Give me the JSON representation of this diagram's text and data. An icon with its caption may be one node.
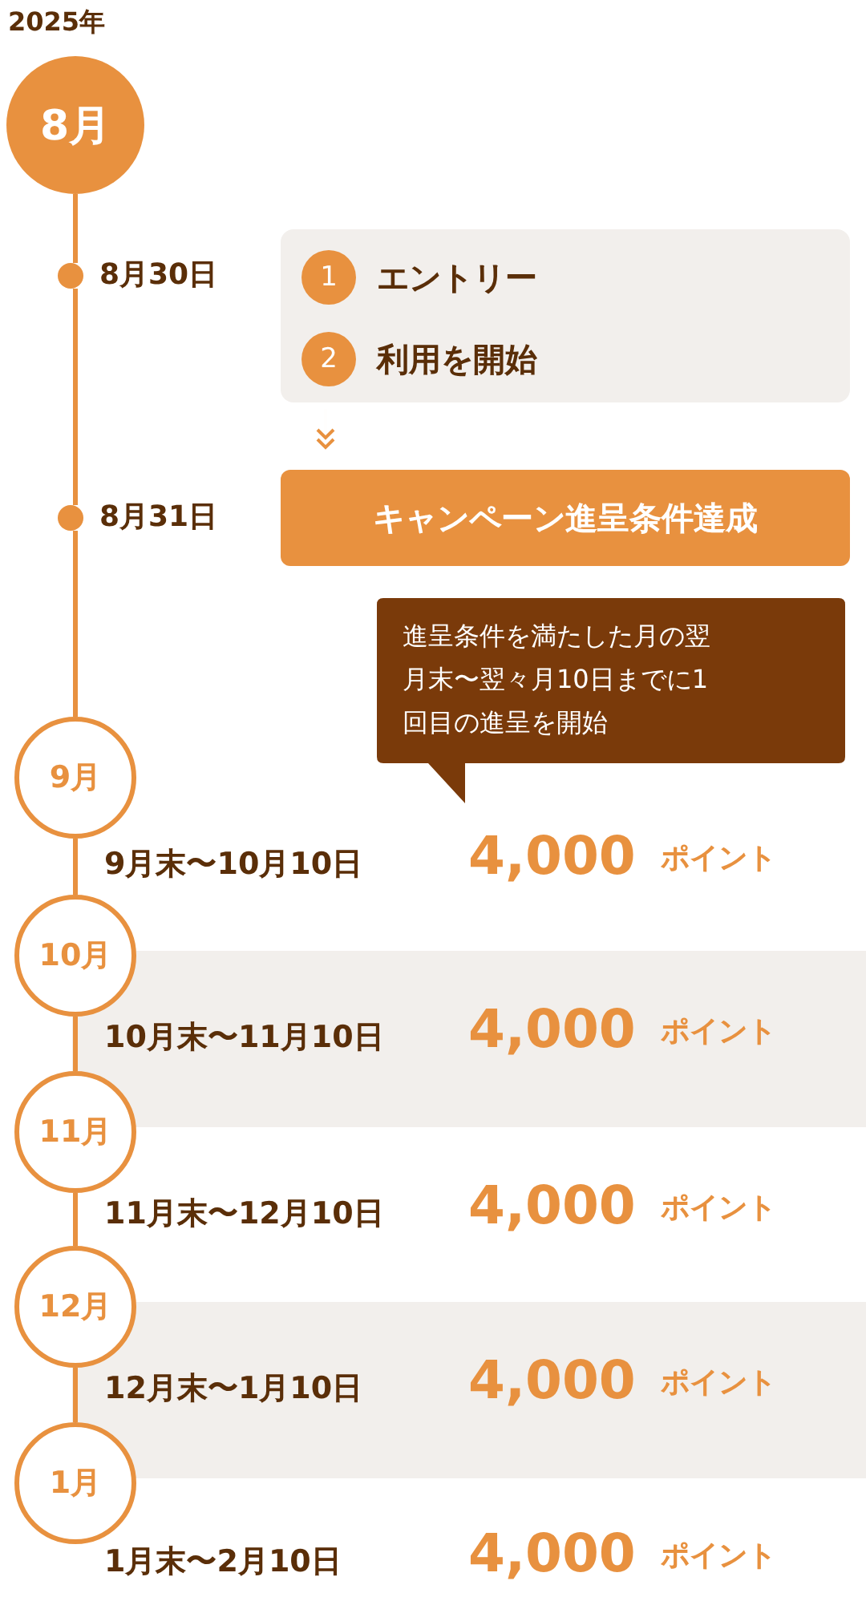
{
  "diagram": {
    "nodes": [
      {
        "text": [
          "8月"
        ]
      },
      {
        "text": [],
        "shape": "circle",
        "beside": [
          "8月30日"
        ]
      },
      {
        "text": [],
        "shape": "box"
      },
      {
        "text": [
          "1"
        ],
        "in": 2,
        "beside": [
          "エントリー"
        ]
      },
      {
        "text": [
          "2"
        ],
        "in": 2,
        "beside": [
          "利用を開始"
        ]
      },
      {
        "text": [],
        "shape": "circle",
        "beside": [
          "8月31日"
        ]
      },
      {
        "text": [
          "キャンペーン進呈条件達成"
        ]
      },
      {
        "text": [
          "進呈条件を満たした月の翌月末〜翌々月10日までに1回目の進呈を開始"
        ]
      },
      {
        "text": [
          "9月"
        ]
      },
      {
        "text": [
          "10月"
        ]
      },
      {
        "text": [
          "10月末〜11月10日",
          "4,000",
          "ポイント"
        ]
      },
      {
        "text": [
          "11月"
        ]
      },
      {
        "text": [
          "12月"
        ]
      },
      {
        "text": [
          "12月末〜1月10日",
          "4,000",
          "ポイント"
        ]
      },
      {
        "text": [
          "1月"
        ]
      }
    ],
    "edges": [
      {
        "from": 0,
        "to": 1,
        "arrow": "none"
      },
      {
        "from": 1,
        "to": 5,
        "arrow": "none"
      },
      {
        "from": 5,
        "to": 8,
        "arrow": "none"
      },
      {
        "from": 8,
        "to": 9,
        "arrow": "none"
      },
      {
        "from": 9,
        "to": 11,
        "arrow": "none"
      },
      {
        "from": 11,
        "to": 12,
        "arrow": "none"
      },
      {
        "from": 12,
        "to": 14,
        "arrow": "none"
      },
      {
        "from": 2,
        "to": 6,
        "arrow": "to"
      }
    ],
    "labels": [
      "2025年",
      "9月末〜10月10日",
      "4,000",
      "ポイント",
      "11月末〜12月10日",
      "4,000",
      "ポイント",
      "1月末〜2月10日",
      "4,000",
      "ポイント"
    ]
  }
}
